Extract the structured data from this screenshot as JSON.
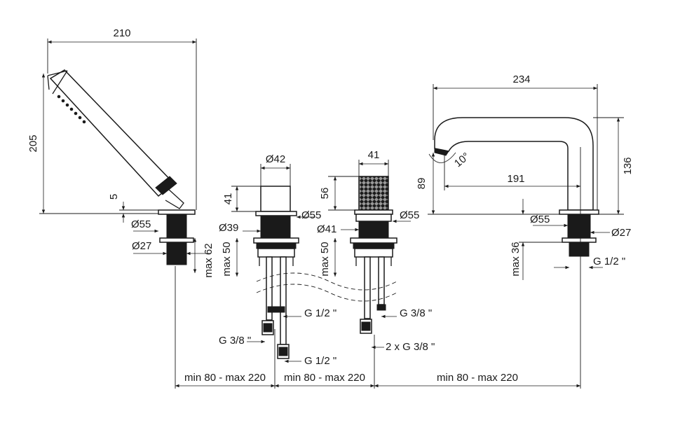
{
  "colors": {
    "ink": "#1a1a1a",
    "background": "#ffffff"
  },
  "labels": {
    "hand_width": "210",
    "hand_height": "205",
    "hand_gap": "5",
    "hand_d55": "Ø55",
    "hand_d27": "Ø27",
    "hand_max62": "max 62",
    "mixer_d42": "Ø42",
    "mixer_41": "41",
    "mixer_d55": "Ø55",
    "mixer_d39": "Ø39",
    "mixer_max50": "max 50",
    "mixer_g12": "G 1/2 \"",
    "mixer_g38": "G 3/8 \"",
    "mixer_g12_low": "G 1/2 \"",
    "div_41": "41",
    "div_56": "56",
    "div_d41": "Ø41",
    "div_d55": "Ø55",
    "div_max50": "max 50",
    "div_g38": "G 3/8 \"",
    "div_2xg38": "2 x G 3/8 \"",
    "spout_234": "234",
    "spout_136": "136",
    "spout_191": "191",
    "spout_89": "89",
    "spout_angle": "10°",
    "spout_d55": "Ø55",
    "spout_d27": "Ø27",
    "spout_max36": "max 36",
    "spout_g12": "G 1/2 \"",
    "spacing_1": "min 80 - max 220",
    "spacing_2": "min 80 - max 220",
    "spacing_3": "min 80 - max 220"
  }
}
